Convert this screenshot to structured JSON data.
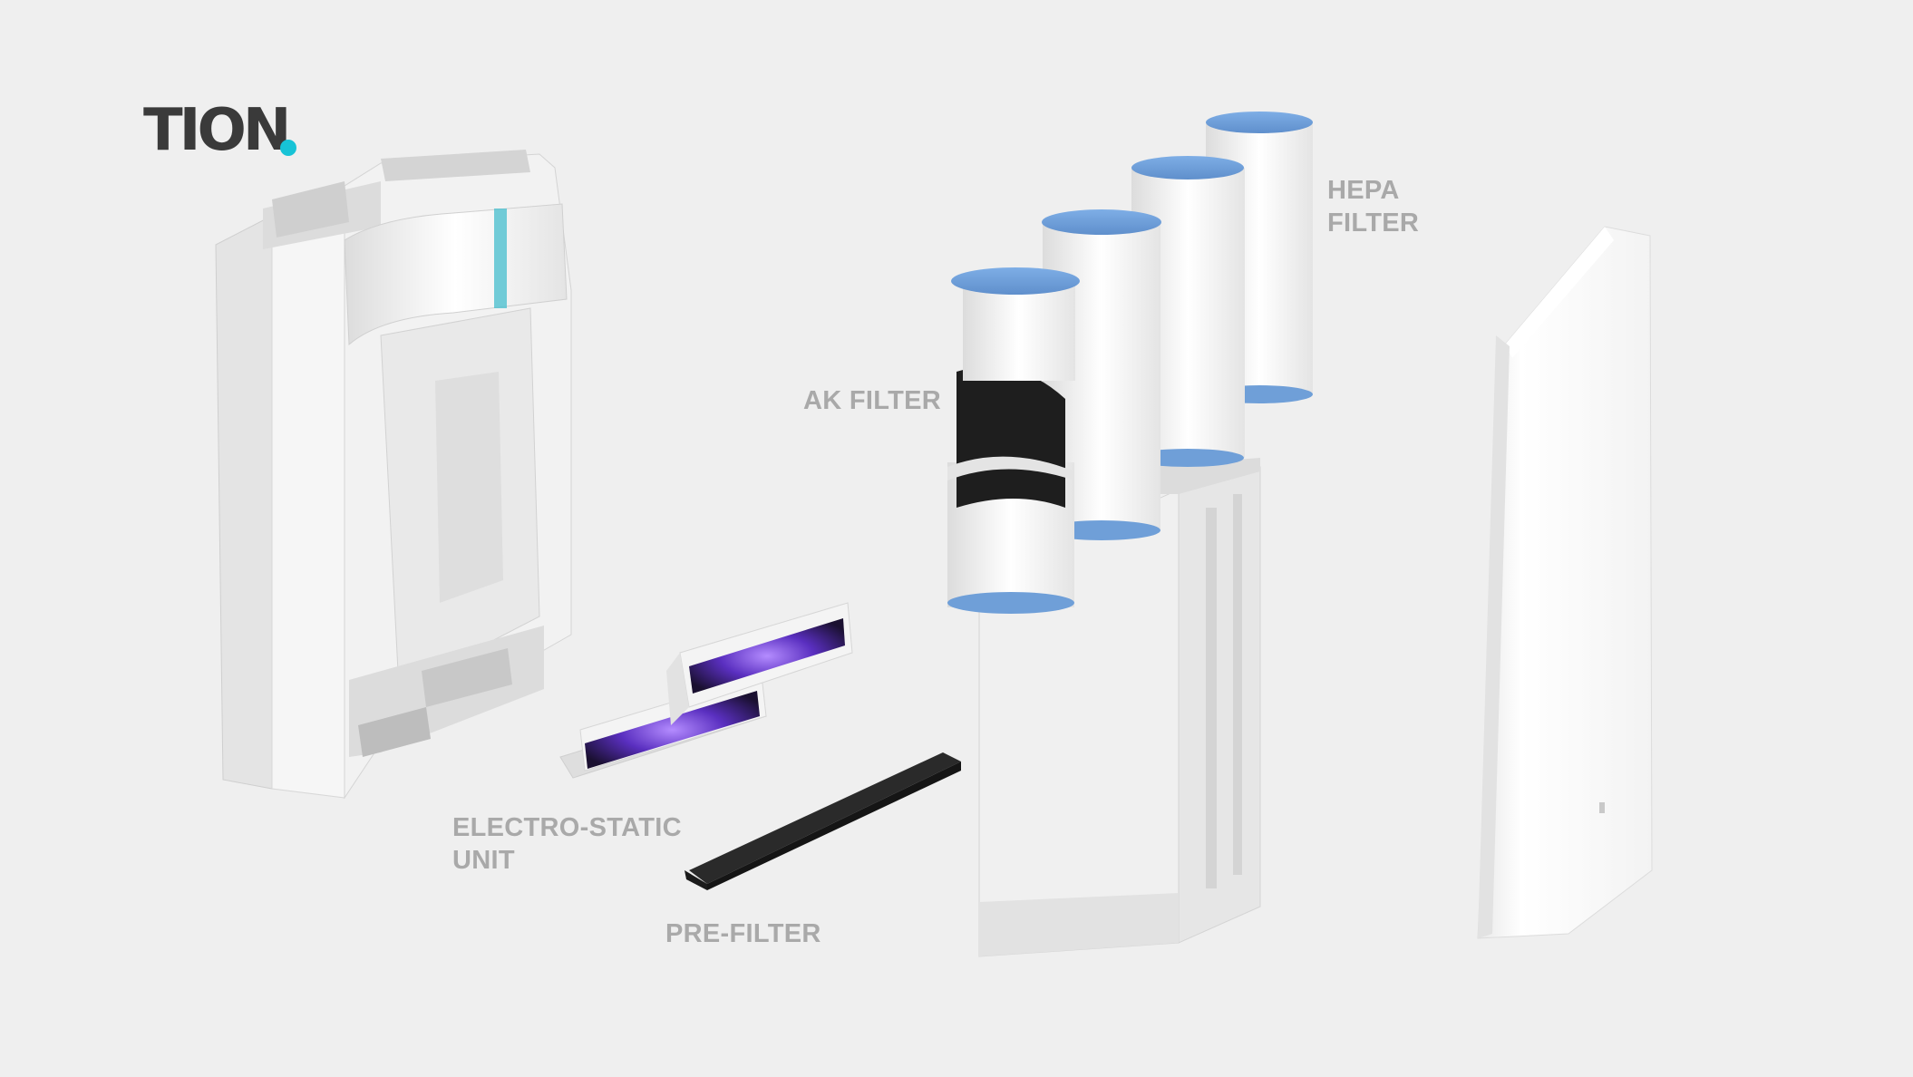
{
  "brand": {
    "name": "TION",
    "dot_color": "#17c3d6",
    "text_color": "#3a3a3a"
  },
  "labels": {
    "hepa": [
      "HEPA",
      "FILTER"
    ],
    "ak": [
      "AK FILTER"
    ],
    "electrostatic": [
      "ELECTRO-STATIC",
      "UNIT"
    ],
    "prefilter": [
      "PRE-FILTER"
    ]
  },
  "colors": {
    "background": "#efefef",
    "label": "#a9a9a9",
    "filter_cap": "#6f9fd8",
    "ak_carbon": "#1e1e1e",
    "electrode_glow": "#6a3fd0",
    "prefilter": "#2a2a2a"
  }
}
